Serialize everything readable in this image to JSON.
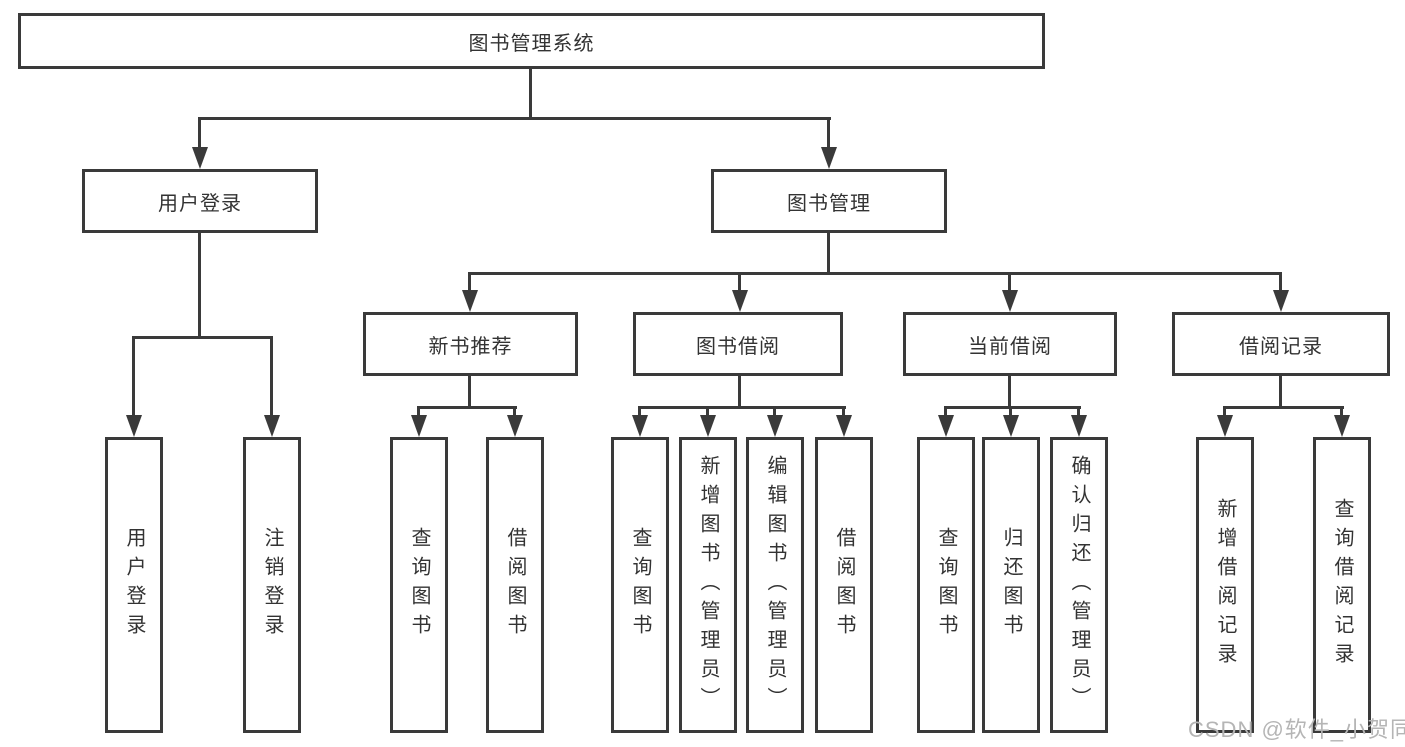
{
  "colors": {
    "line": "#3a3a3a",
    "text": "#333333",
    "watermark": "#b5b5b5",
    "background": "#ffffff"
  },
  "nodes": {
    "root": {
      "label": "图书管理系统"
    },
    "user_login": {
      "label": "用户登录"
    },
    "book_mgmt": {
      "label": "图书管理"
    },
    "new_book_rec": {
      "label": "新书推荐"
    },
    "book_borrow": {
      "label": "图书借阅"
    },
    "current_borrow": {
      "label": "当前借阅"
    },
    "borrow_records": {
      "label": "借阅记录"
    },
    "user_login_leaf": {
      "label": "用户登录"
    },
    "logout_leaf": {
      "label": "注销登录"
    },
    "rec_query_books": {
      "label": "查询图书"
    },
    "rec_borrow_books": {
      "label": "借阅图书"
    },
    "bb_query_books": {
      "label": "查询图书"
    },
    "bb_add_books": {
      "label": "新增图书（管理员）"
    },
    "bb_edit_books": {
      "label": "编辑图书（管理员）"
    },
    "bb_borrow_books": {
      "label": "借阅图书"
    },
    "cb_query_books": {
      "label": "查询图书"
    },
    "cb_return_books": {
      "label": "归还图书"
    },
    "cb_confirm_return": {
      "label": "确认归还（管理员）"
    },
    "br_add_record": {
      "label": "新增借阅记录"
    },
    "br_query_record": {
      "label": "查询借阅记录"
    }
  },
  "watermark": "CSDN @软件_小贺同学"
}
